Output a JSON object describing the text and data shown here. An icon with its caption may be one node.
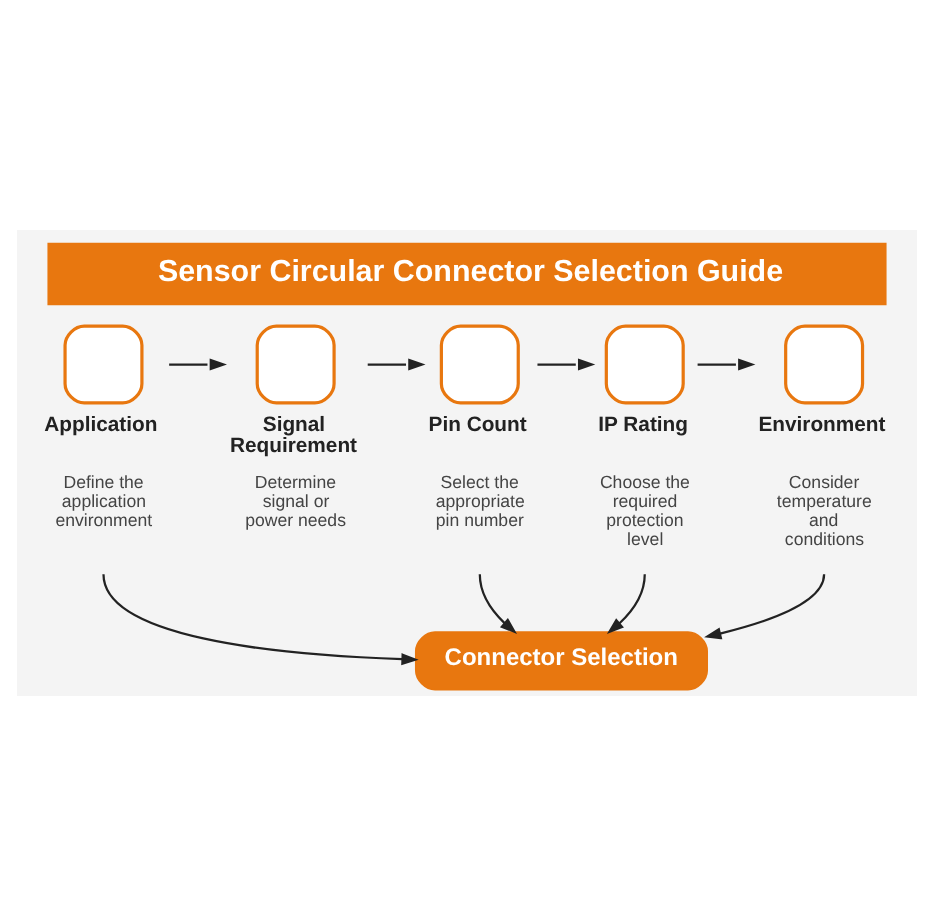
{
  "diagram": {
    "title": "Sensor Circular Connector Selection Guide",
    "nodes": [
      {
        "text": [
          "Application",
          "Define the application environment"
        ]
      },
      {
        "text": [
          "Signal Requirement",
          "Determine signal or power needs"
        ]
      },
      {
        "text": [
          "Pin Count",
          "Select the appropriate pin number"
        ]
      },
      {
        "text": [
          "IP Rating",
          "Choose the required protection level"
        ]
      },
      {
        "text": [
          "Environment",
          "Consider temperature and conditions"
        ]
      },
      {
        "text": [
          "Connector Selection"
        ]
      }
    ],
    "edges": [
      {
        "from": 0,
        "to": 1,
        "arrow": "to"
      },
      {
        "from": 1,
        "to": 2,
        "arrow": "to"
      },
      {
        "from": 2,
        "to": 3,
        "arrow": "to"
      },
      {
        "from": 3,
        "to": 4,
        "arrow": "to"
      },
      {
        "from": 0,
        "to": 5,
        "arrow": "to"
      },
      {
        "from": 2,
        "to": 5,
        "arrow": "to"
      },
      {
        "from": 3,
        "to": 5,
        "arrow": "to"
      },
      {
        "from": 4,
        "to": 5,
        "arrow": "to"
      }
    ]
  }
}
